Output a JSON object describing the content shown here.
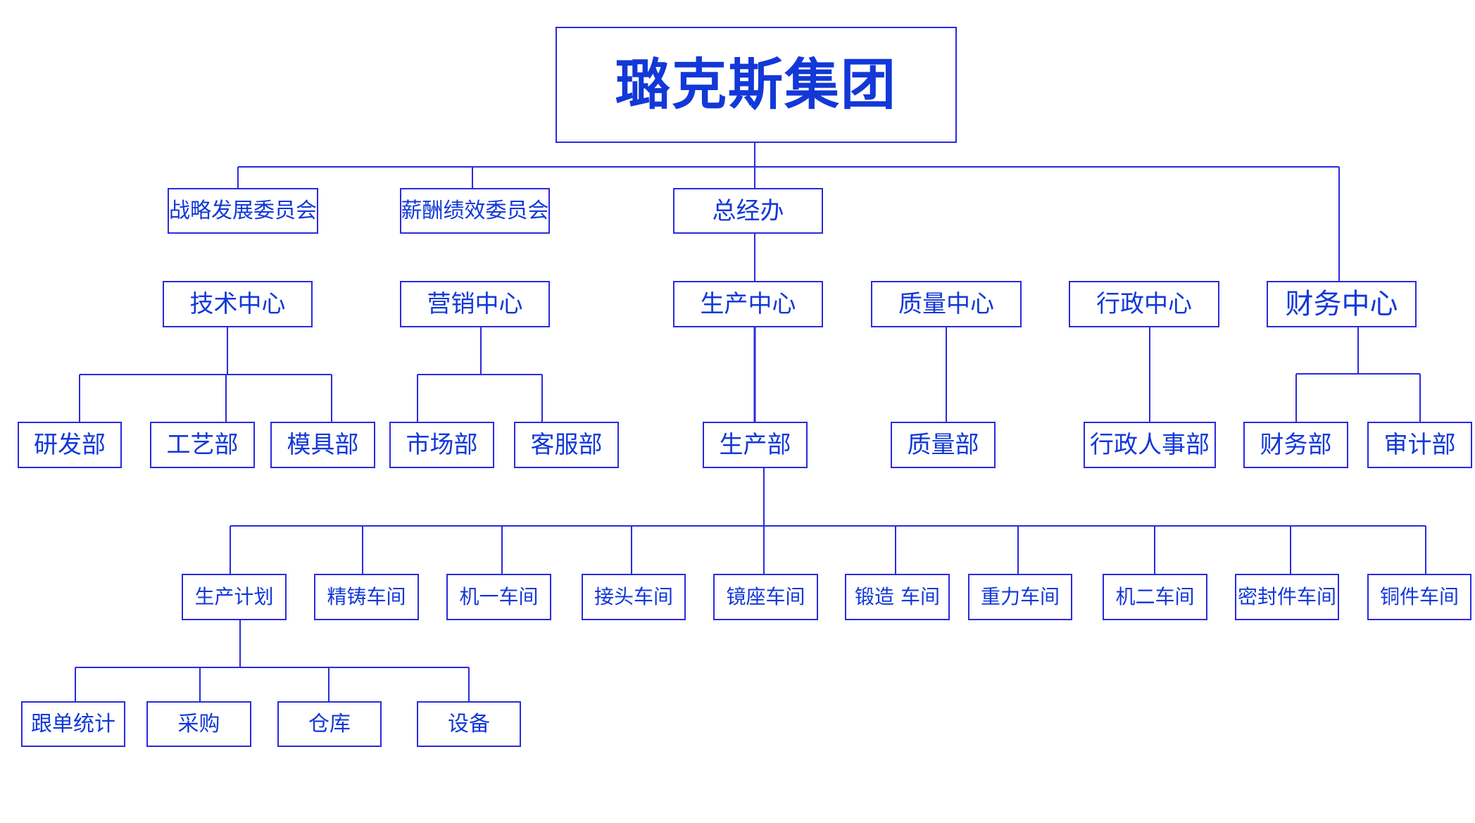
{
  "org": {
    "root": "璐克斯集团",
    "committees": {
      "strategy": "战略发展委员会",
      "compensation": "薪酬绩效委员会",
      "gm_office": "总经办"
    },
    "centers": {
      "tech": "技术中心",
      "marketing": "营销中心",
      "production": "生产中心",
      "quality": "质量中心",
      "admin": "行政中心",
      "finance": "财务中心"
    },
    "departments": {
      "rd": "研发部",
      "process": "工艺部",
      "mold": "模具部",
      "market": "市场部",
      "service": "客服部",
      "production": "生产部",
      "quality": "质量部",
      "hr": "行政人事部",
      "finance": "财务部",
      "audit": "审计部"
    },
    "workshops": {
      "plan": "生产计划",
      "casting": "精铸车间",
      "machine1": "机一车间",
      "joint": "接头车间",
      "mirror_seat": "镜座车间",
      "forging": "锻造 车间",
      "gravity": "重力车间",
      "machine2": "机二车间",
      "seal": "密封件车间",
      "copper": "铜件车间"
    },
    "plan_units": {
      "follow_up": "跟单统计",
      "purchase": "采购",
      "warehouse": "仓库",
      "equipment": "设备"
    }
  },
  "colors": {
    "line": "#2a2ae0",
    "text": "#1238d8",
    "background": "#ffffff"
  }
}
